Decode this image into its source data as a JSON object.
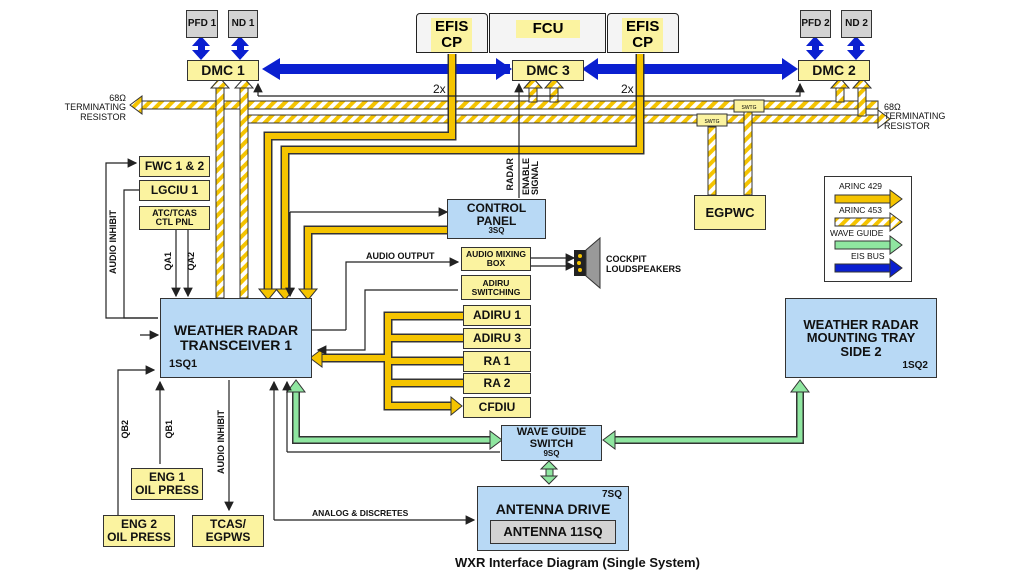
{
  "title": "WXR Interface Diagram (Single System)",
  "displays": {
    "pfd1": "PFD 1",
    "nd1": "ND 1",
    "pfd2": "PFD 2",
    "nd2": "ND 2"
  },
  "dmc": {
    "dmc1": "DMC 1",
    "dmc2": "DMC 2",
    "dmc3": "DMC 3"
  },
  "glareshield": {
    "efis_cp_left": [
      "EFIS",
      "CP"
    ],
    "fcu": "FCU",
    "efis_cp_right": [
      "EFIS",
      "CP"
    ],
    "multiplier": "2x"
  },
  "resistor": {
    "value": "68Ω",
    "line1": "TERMINATING",
    "line2": "RESISTOR"
  },
  "switch_label": "SWTG",
  "left_units": {
    "fwc": "FWC 1 & 2",
    "lgciu": "LGCIU 1",
    "atc": [
      "ATC/TCAS",
      "CTL PNL"
    ],
    "audio_inhibit": "AUDIO INHIBIT",
    "qa1": "QA1",
    "qa2": "QA2"
  },
  "control_panel": {
    "line1": "CONTROL",
    "line2": "PANEL",
    "code": "3SQ",
    "radar": "RADAR",
    "enable1": "ENABLE",
    "enable2": "SIGNAL"
  },
  "audio": {
    "output_label": "AUDIO OUTPUT",
    "mixing_box": [
      "AUDIO MIXING",
      "BOX"
    ],
    "adiru_switching": [
      "ADIRU",
      "SWITCHING"
    ],
    "speakers": [
      "COCKPIT",
      "LOUDSPEAKERS"
    ]
  },
  "egpwc": "EGPWC",
  "sensors": [
    "ADIRU 1",
    "ADIRU 3",
    "RA 1",
    "RA 2",
    "CFDIU"
  ],
  "transceiver": {
    "line1": "WEATHER RADAR",
    "line2": "TRANSCEIVER 1",
    "code": "1SQ1"
  },
  "mounting_tray": {
    "line1": "WEATHER RADAR",
    "line2": "MOUNTING TRAY",
    "line3": "SIDE 2",
    "code": "1SQ2"
  },
  "bottom_left": {
    "qb1": "QB1",
    "qb2": "QB2",
    "audio_inhibit": "AUDIO INHIBIT",
    "eng1": [
      "ENG 1",
      "OIL PRESS"
    ],
    "eng2": [
      "ENG 2",
      "OIL PRESS"
    ],
    "tcas": [
      "TCAS/",
      "EGPWS"
    ]
  },
  "waveguide_switch": {
    "line1": "WAVE GUIDE",
    "line2": "SWITCH",
    "code": "9SQ"
  },
  "antenna": {
    "code": "7SQ",
    "drive": "ANTENNA DRIVE",
    "antenna": "ANTENNA 11SQ",
    "analog_label": "ANALOG & DISCRETES"
  },
  "legend": {
    "items": [
      {
        "label": "ARINC 429",
        "color": "#f5c400",
        "style": "solid"
      },
      {
        "label": "ARINC 453",
        "color": "#f5c400",
        "style": "striped"
      },
      {
        "label": "WAVE GUIDE",
        "color": "#8fe6a0",
        "style": "solid"
      },
      {
        "label": "EIS BUS",
        "color": "#0a1fd0",
        "style": "solid"
      }
    ]
  },
  "colors": {
    "arinc429": "#f5c400",
    "waveguide": "#8fe6a0",
    "eis": "#0a1fd0",
    "unit_yellow": "#fbf3a0",
    "unit_blue": "#b8d9f5",
    "display_gray": "#d3d3d3"
  }
}
